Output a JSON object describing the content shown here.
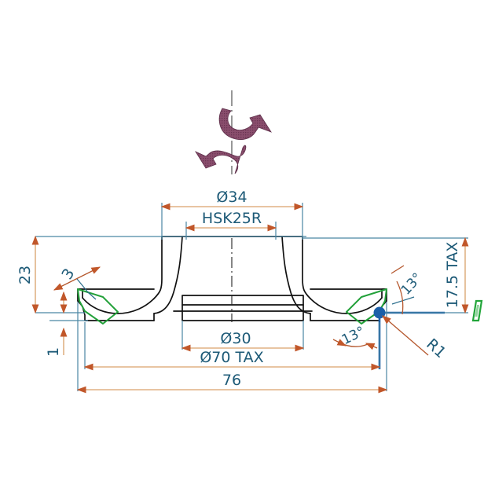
{
  "drawing": {
    "title": "HSK25R Impeller Cross-Section Technical Drawing",
    "background_color": "#ffffff",
    "outline_color": "#111111",
    "dimension_text_color": "#1d5a77",
    "dimension_line_color": "#d9a06a",
    "arrow_color": "#c1572a",
    "extension_line_color": "#4a86a3",
    "highlight_color": "#23a13a",
    "marker_color": "#1b5fa8",
    "rotation_symbol_color": "#7d4463"
  },
  "dimensions": {
    "dia_34": "Ø34",
    "hsk_label": "HSK25R",
    "height_23": "23",
    "chamfer_3": "3",
    "height_1": "1",
    "dia_30": "Ø30",
    "dia_70_tax": "Ø70 TAX",
    "overall_76": "76",
    "height_17_5_tax": "17.5 TAX",
    "angle_13_upper": "13°",
    "angle_13_lower": "13°",
    "radius_r1": "R1"
  },
  "symbols": {
    "rotation": "rotation-arrows-symbol",
    "edge_marker": "green-edge-marker",
    "vertex_marker": "blue-vertex-dot"
  }
}
